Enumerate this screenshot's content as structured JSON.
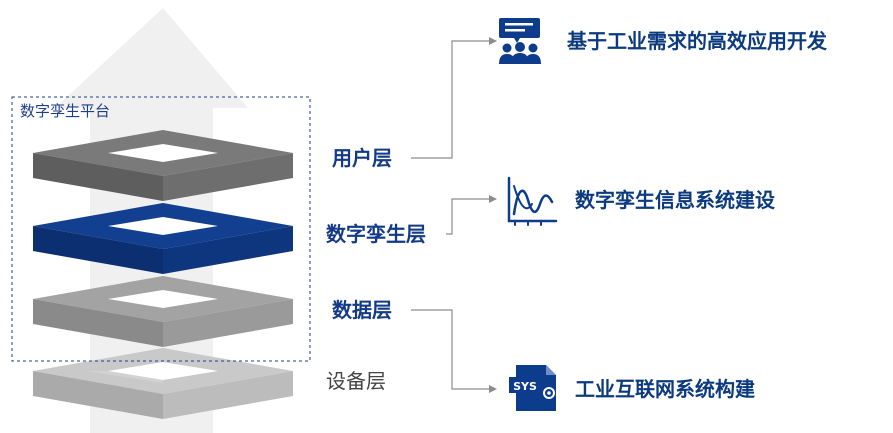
{
  "platform": {
    "title": "数字孪生平台"
  },
  "layers": [
    {
      "label": "用户层",
      "color": "#123a86"
    },
    {
      "label": "数字孪生层",
      "color": "#123a86"
    },
    {
      "label": "数据层",
      "color": "#123a86"
    },
    {
      "label": "设备层",
      "color": "#444444"
    }
  ],
  "applications": [
    {
      "label": "基于工业需求的高效应用开发",
      "icon": "team-meeting-icon"
    },
    {
      "label": "数字孪生信息系统建设",
      "icon": "chart-curve-icon"
    },
    {
      "label": "工业互联网系统构建",
      "icon": "sys-settings-icon"
    }
  ],
  "colors": {
    "brand_blue": "#0d3c8c",
    "dark_gray_plate": "#6f6f6f",
    "mid_gray_plate": "#9c9c9c",
    "light_gray_plate": "#b9b9b9",
    "arrow_bg": "#f0f0f0",
    "connector": "#8c8c8c"
  }
}
